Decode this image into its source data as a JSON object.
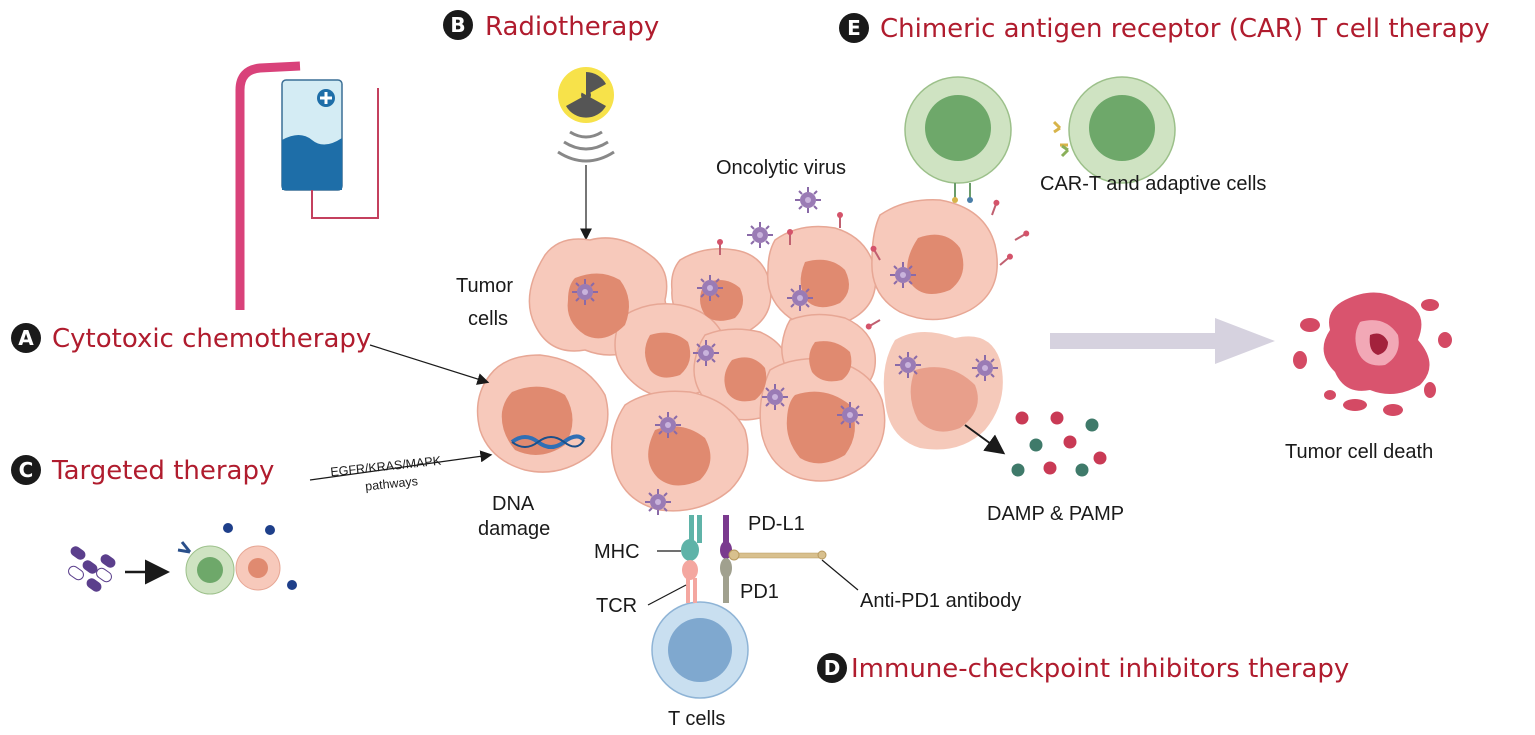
{
  "therapies": {
    "a": {
      "letter": "A",
      "title": "Cytotoxic chemotherapy"
    },
    "b": {
      "letter": "B",
      "title": "Radiotherapy"
    },
    "c": {
      "letter": "C",
      "title": "Targeted therapy"
    },
    "d": {
      "letter": "D",
      "title": "Immune-checkpoint inhibitors therapy"
    },
    "e": {
      "letter": "E",
      "title": "Chimeric antigen receptor (CAR) T  cell therapy"
    }
  },
  "labels": {
    "oncolytic_virus": "Oncolytic virus",
    "car_t_cells": "CAR-T and adaptive cells",
    "tumor_cells_line1": "Tumor",
    "tumor_cells_line2": "cells",
    "tumor_cell_death": "Tumor cell death",
    "pathways_line1": "EGFR/KRAS/MAPK",
    "pathways_line2": "pathways",
    "dna_line1": "DNA",
    "dna_line2": "damage",
    "damp_pamp": "DAMP & PAMP",
    "pd_l1": "PD-L1",
    "mhc": "MHC",
    "pd1": "PD1",
    "tcr": "TCR",
    "anti_pd1": "Anti-PD1 antibody",
    "t_cells": "T cells"
  },
  "colors": {
    "accent_text": "#b01c2e",
    "tumor_cell": "#f7c9bb",
    "nucleus": "#e08a70",
    "virus": "#9a7bb5",
    "car_t": "#cfe3c2",
    "t_cell": "#c9dff0",
    "iv_pole": "#d9427a",
    "death_cell": "#c93a55",
    "arrow_grey": "#d6d2df"
  }
}
